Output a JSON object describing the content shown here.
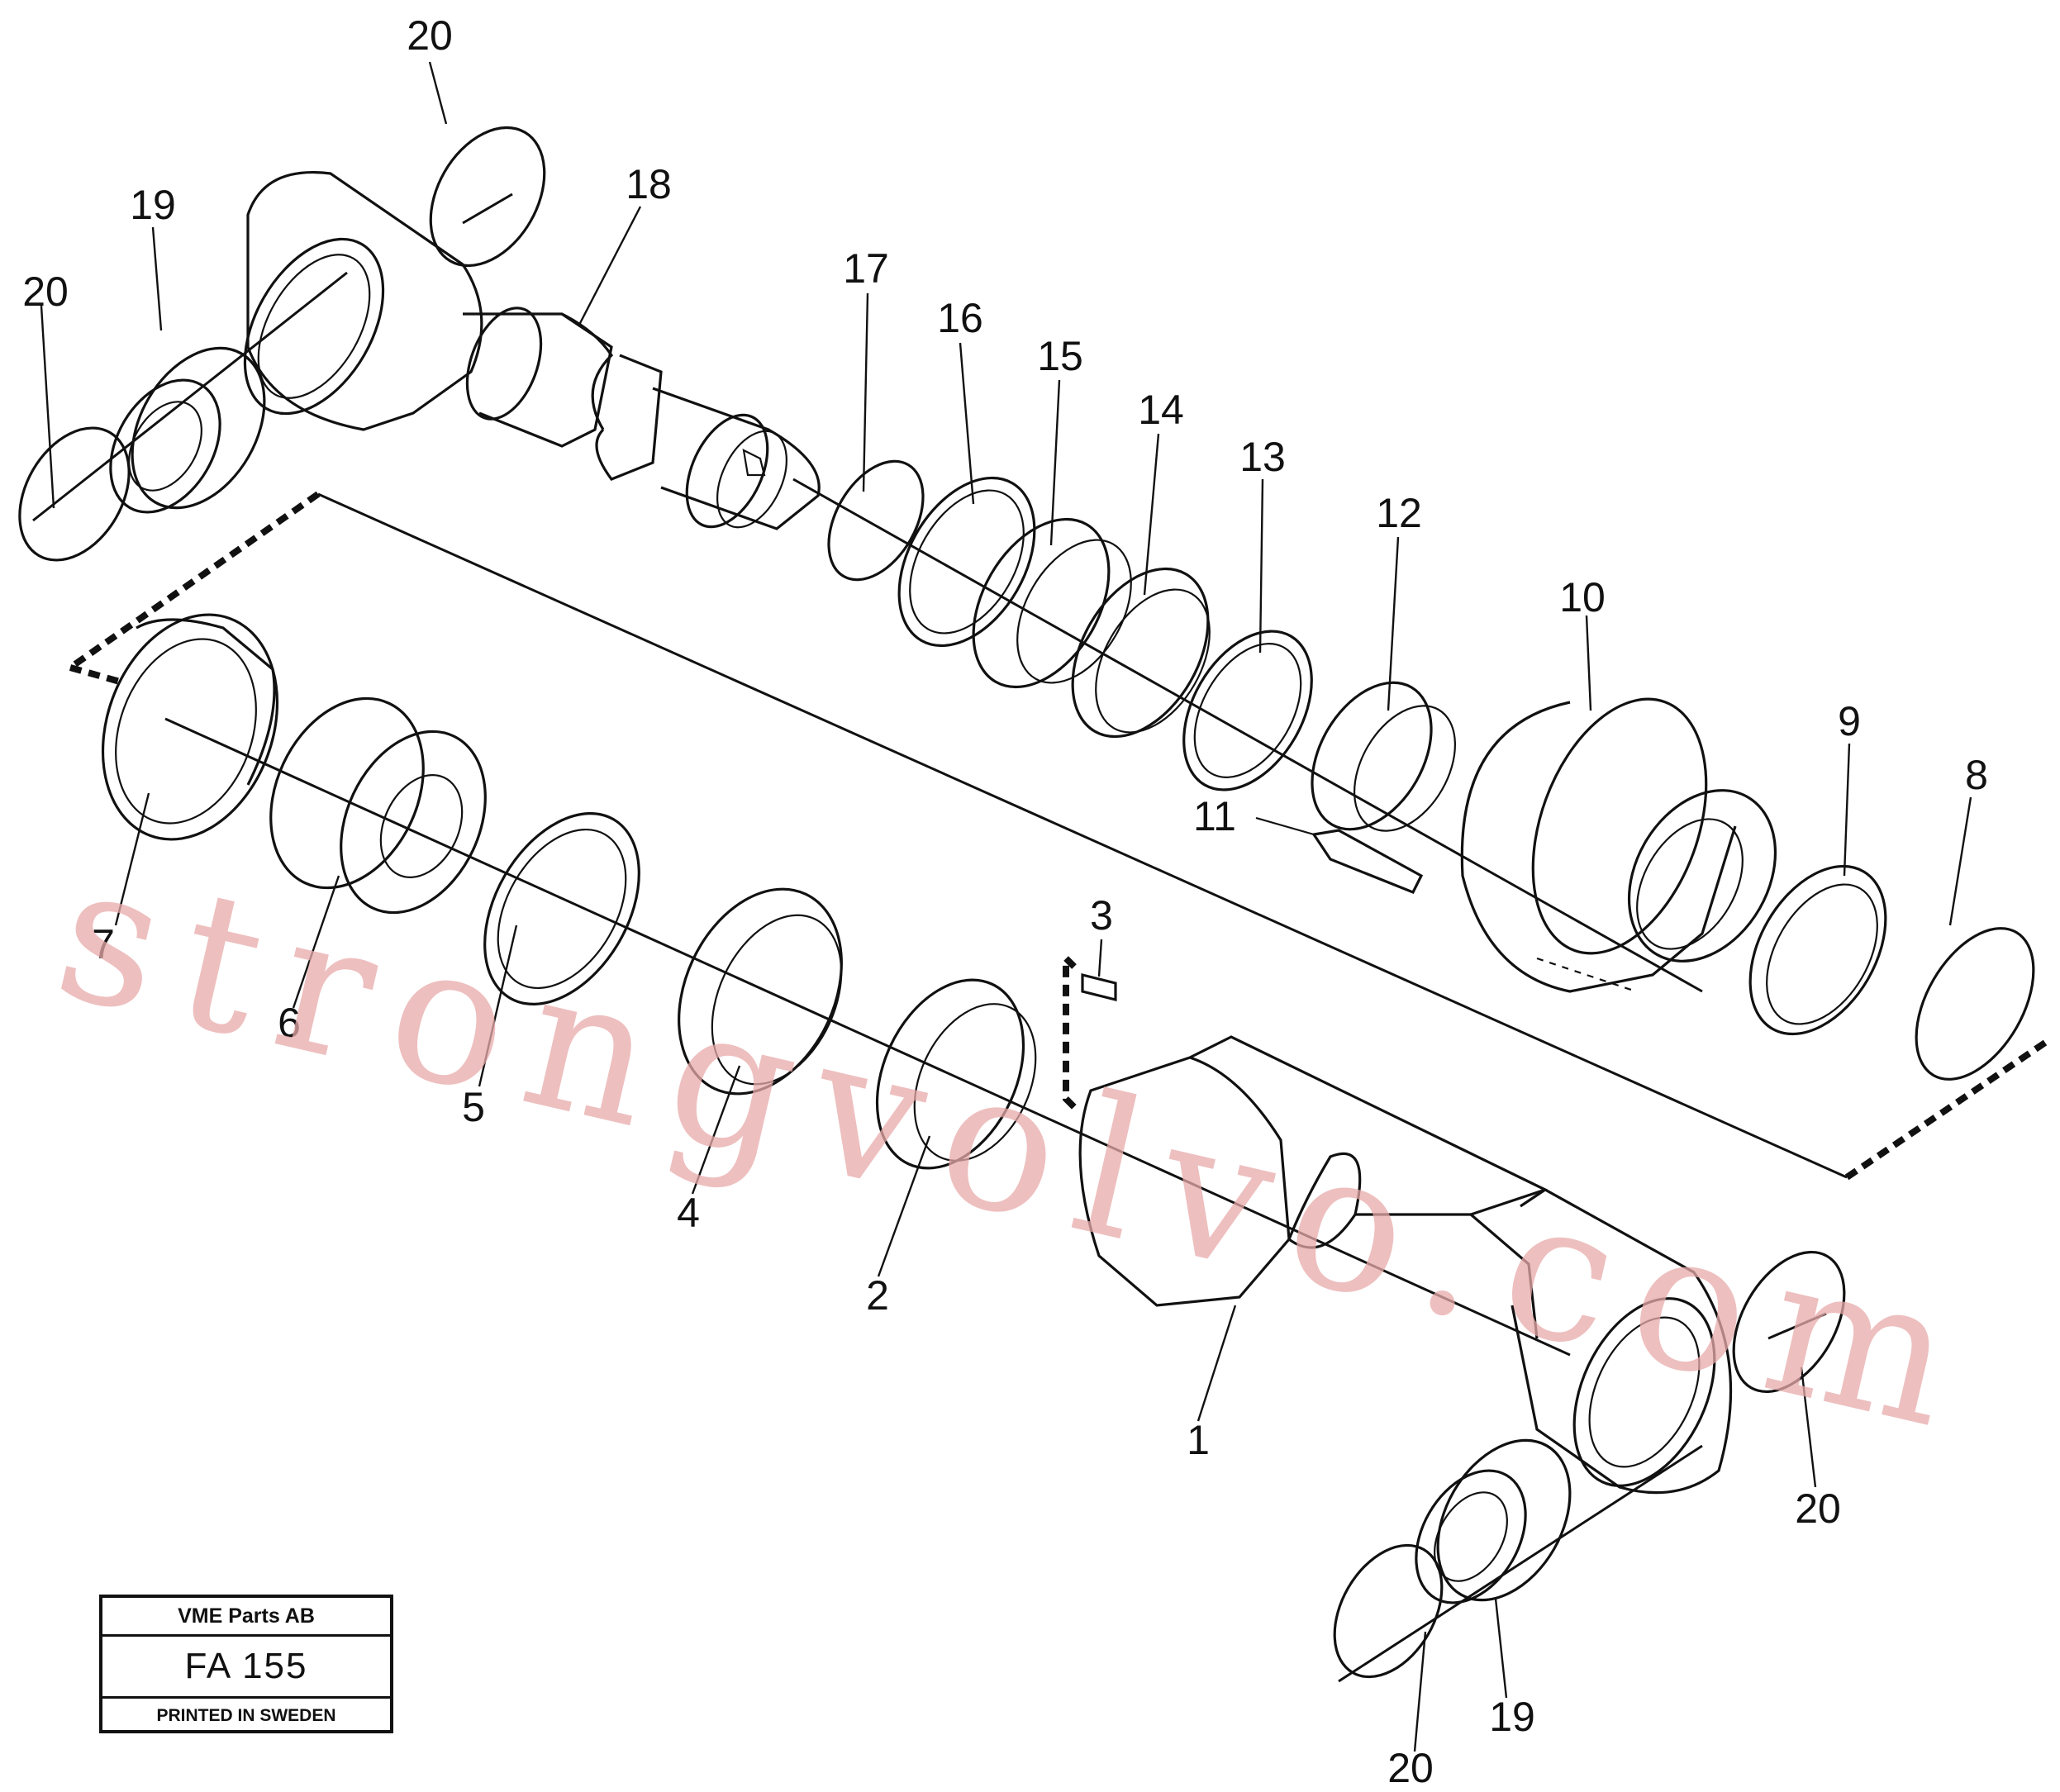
{
  "diagram": {
    "callouts": [
      "20",
      "19",
      "20",
      "18",
      "17",
      "16",
      "15",
      "14",
      "13",
      "12",
      "10",
      "11",
      "9",
      "8",
      "7",
      "6",
      "5",
      "4",
      "3",
      "2",
      "1",
      "20",
      "19",
      "20"
    ]
  },
  "watermark": {
    "text": "strongvolvo.com"
  },
  "titleblock": {
    "company": "VME Parts AB",
    "code": "FA 155",
    "printed": "PRINTED IN SWEDEN"
  }
}
